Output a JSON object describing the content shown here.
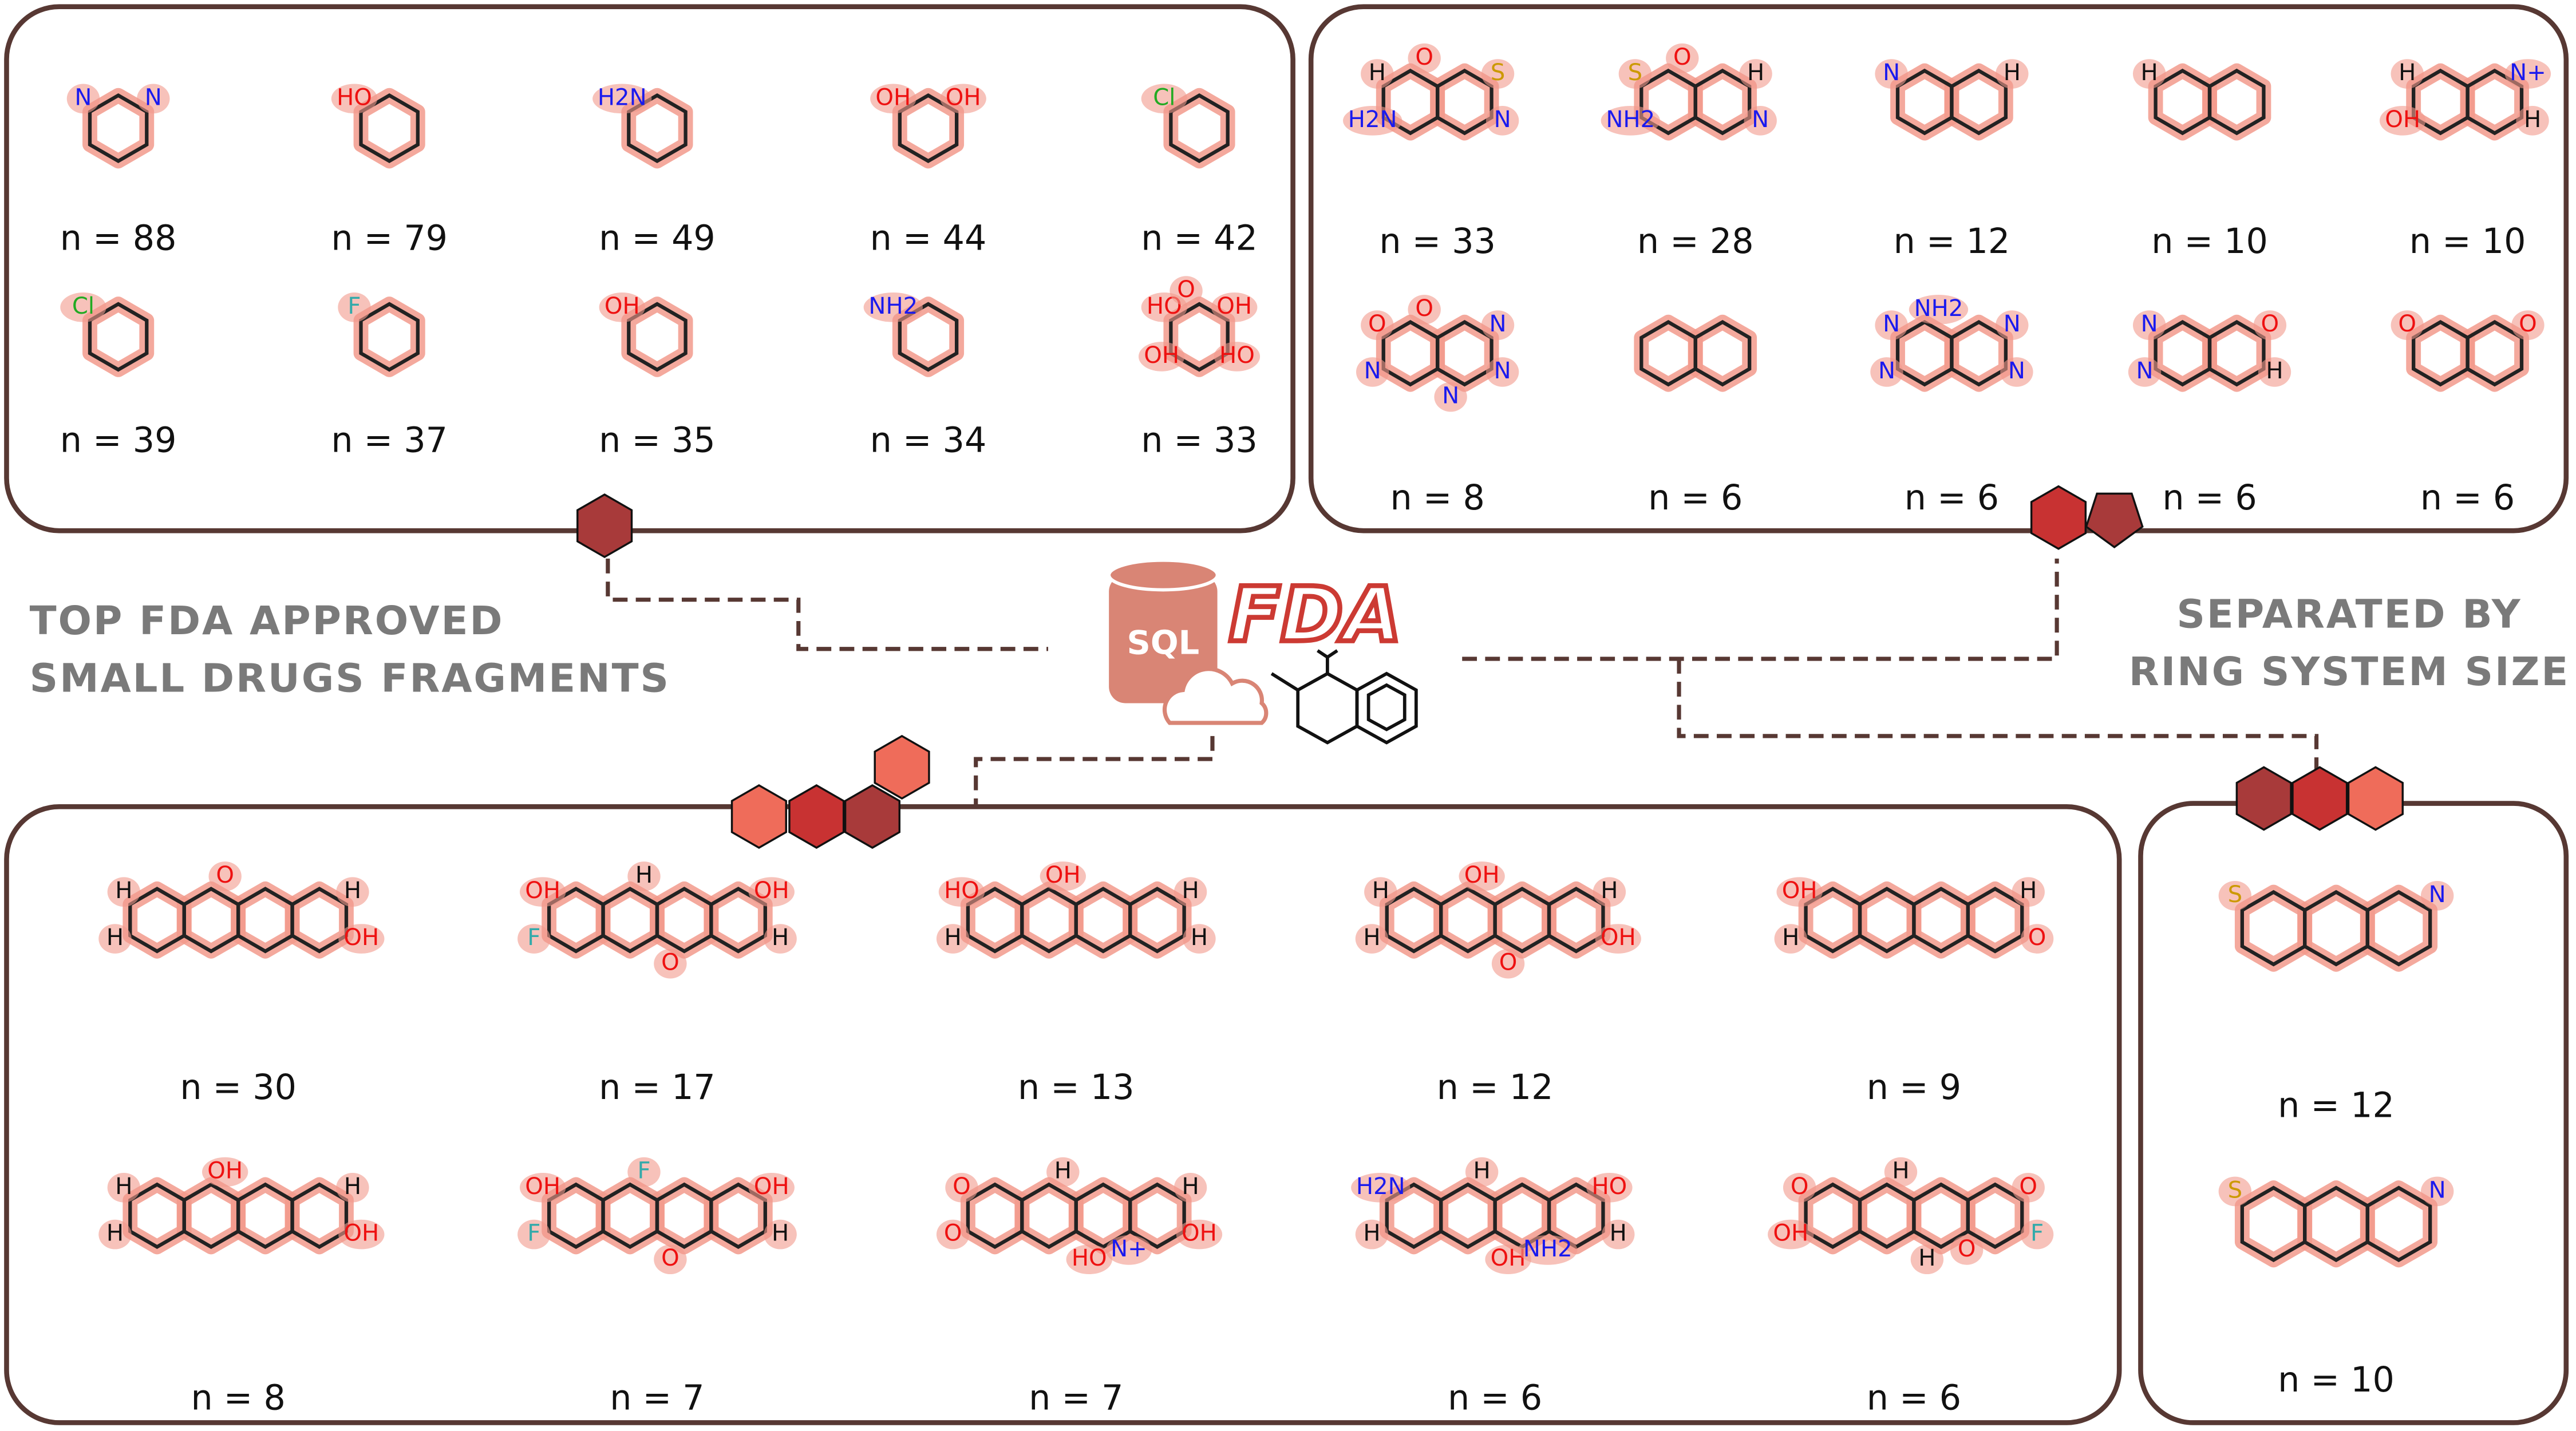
{
  "title_left": [
    "TOP FDA APPROVED",
    "SMALL DRUGS FRAGMENTS"
  ],
  "title_right": [
    "SEPARATED BY",
    "RING SYSTEM SIZE"
  ],
  "logo": {
    "sql": "SQL",
    "fda": "FDA"
  },
  "colors": {
    "border": "#573833",
    "dark_red": "#a83a3a",
    "red": "#c83232",
    "salmon": "#ef6c5a",
    "sql": "#d98575",
    "fda": "#cc3a33",
    "highlight": "#f29a8c",
    "title": "#7a7a7a"
  },
  "panels": [
    {
      "name": "one-ring",
      "rings": 1,
      "items": [
        {
          "n": "n = 88",
          "labels": [
            "N",
            "N"
          ]
        },
        {
          "n": "n = 79",
          "labels": [
            "HO"
          ]
        },
        {
          "n": "n = 49",
          "labels": [
            "H2N"
          ]
        },
        {
          "n": "n = 44",
          "labels": [
            "OH",
            "OH"
          ]
        },
        {
          "n": "n = 42",
          "labels": [
            "Cl"
          ]
        },
        {
          "n": "n = 39",
          "labels": [
            "Cl"
          ]
        },
        {
          "n": "n = 37",
          "labels": [
            "F"
          ]
        },
        {
          "n": "n = 35",
          "labels": [
            "OH"
          ]
        },
        {
          "n": "n = 34",
          "labels": [
            "NH2"
          ]
        },
        {
          "n": "n = 33",
          "labels": [
            "HO",
            "OH",
            "OH",
            "HO",
            "O"
          ]
        }
      ]
    },
    {
      "name": "two-ring",
      "rings": 2,
      "items": [
        {
          "n": "n = 33",
          "labels": [
            "H",
            "S",
            "H2N",
            "N",
            "O"
          ]
        },
        {
          "n": "n = 28",
          "labels": [
            "S",
            "H",
            "NH2",
            "N",
            "O"
          ]
        },
        {
          "n": "n = 12",
          "labels": [
            "N",
            "H"
          ]
        },
        {
          "n": "n = 10",
          "labels": [
            "H"
          ]
        },
        {
          "n": "n = 10",
          "labels": [
            "H",
            "N+",
            "OH",
            "H"
          ]
        },
        {
          "n": "n = 8",
          "labels": [
            "O",
            "N",
            "N",
            "N",
            "O",
            "N"
          ]
        },
        {
          "n": "n = 6",
          "labels": []
        },
        {
          "n": "n = 6",
          "labels": [
            "N",
            "N",
            "N",
            "N",
            "NH2"
          ]
        },
        {
          "n": "n = 6",
          "labels": [
            "N",
            "O",
            "N",
            "H"
          ]
        },
        {
          "n": "n = 6",
          "labels": [
            "O",
            "O"
          ]
        }
      ]
    },
    {
      "name": "four-ring",
      "rings": 4,
      "items": [
        {
          "n": "n = 30",
          "labels": [
            "H",
            "H",
            "H",
            "OH",
            "O"
          ]
        },
        {
          "n": "n = 17",
          "labels": [
            "OH",
            "OH",
            "F",
            "H",
            "H",
            "O"
          ]
        },
        {
          "n": "n = 13",
          "labels": [
            "HO",
            "H",
            "H",
            "H",
            "OH"
          ]
        },
        {
          "n": "n = 12",
          "labels": [
            "H",
            "H",
            "H",
            "OH",
            "OH",
            "O"
          ]
        },
        {
          "n": "n = 9",
          "labels": [
            "OH",
            "H",
            "H",
            "O"
          ]
        },
        {
          "n": "n = 8",
          "labels": [
            "H",
            "H",
            "H",
            "OH",
            "OH"
          ]
        },
        {
          "n": "n = 7",
          "labels": [
            "OH",
            "OH",
            "F",
            "H",
            "F",
            "O"
          ]
        },
        {
          "n": "n = 7",
          "labels": [
            "O",
            "H",
            "O",
            "OH",
            "H",
            "HO",
            "N+"
          ]
        },
        {
          "n": "n = 6",
          "labels": [
            "H2N",
            "HO",
            "H",
            "H",
            "H",
            "OH",
            "NH2"
          ]
        },
        {
          "n": "n = 6",
          "labels": [
            "O",
            "O",
            "OH",
            "F",
            "H",
            "H",
            "O"
          ]
        }
      ]
    },
    {
      "name": "three-ring",
      "rings": 3,
      "items": [
        {
          "n": "n = 12",
          "labels": [
            "S",
            "N"
          ]
        },
        {
          "n": "n = 10",
          "labels": [
            "S",
            "N"
          ]
        }
      ]
    }
  ]
}
